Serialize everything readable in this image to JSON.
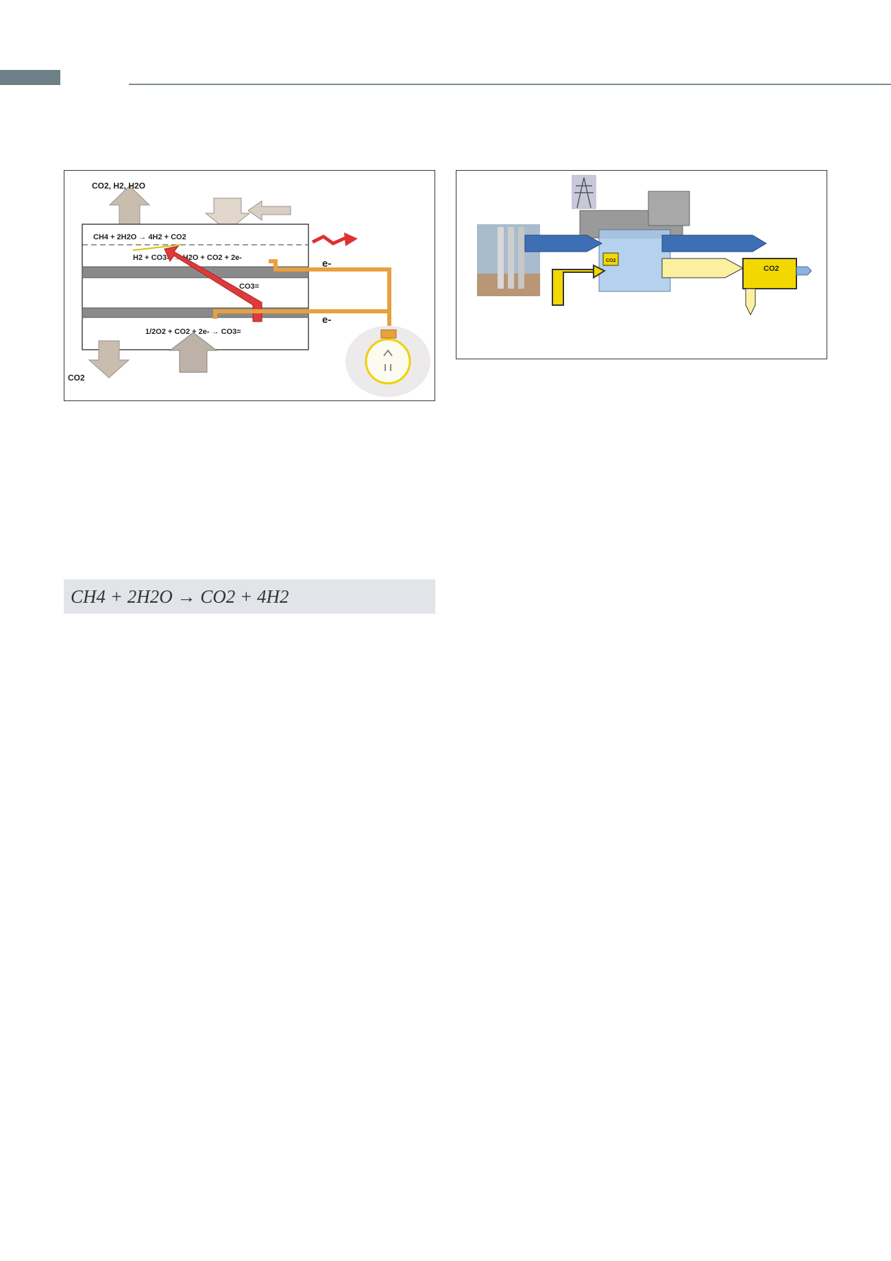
{
  "figure1": {
    "top_outlet_label": "CO2, H2, H2O",
    "reforming_reaction": "CH4 + 2H2O → 4H2 + CO2",
    "anode_reaction": "H2 + CO3= → H2O + CO2 + 2e-",
    "electrolyte_ion": "CO3=",
    "electron_top": "e-",
    "electron_bottom": "e-",
    "cathode_reaction": "1/2O2 + CO2 + 2e- → CO3=",
    "bottom_outlet_label": "CO2"
  },
  "figure2": {
    "co2_small_label": "CO2",
    "co2_box_label": "CO2"
  },
  "equation": {
    "text": "CH4 + 2H2O → CO2 + 4H2"
  },
  "colors": {
    "section_tab": "#6e7f87",
    "equation_bg": "#e1e5e9",
    "flow_blue": "#3e6fb5",
    "flow_yellow": "#f2d800",
    "red_arrow": "#dd3b3b",
    "orange_wire": "#e8a040"
  }
}
